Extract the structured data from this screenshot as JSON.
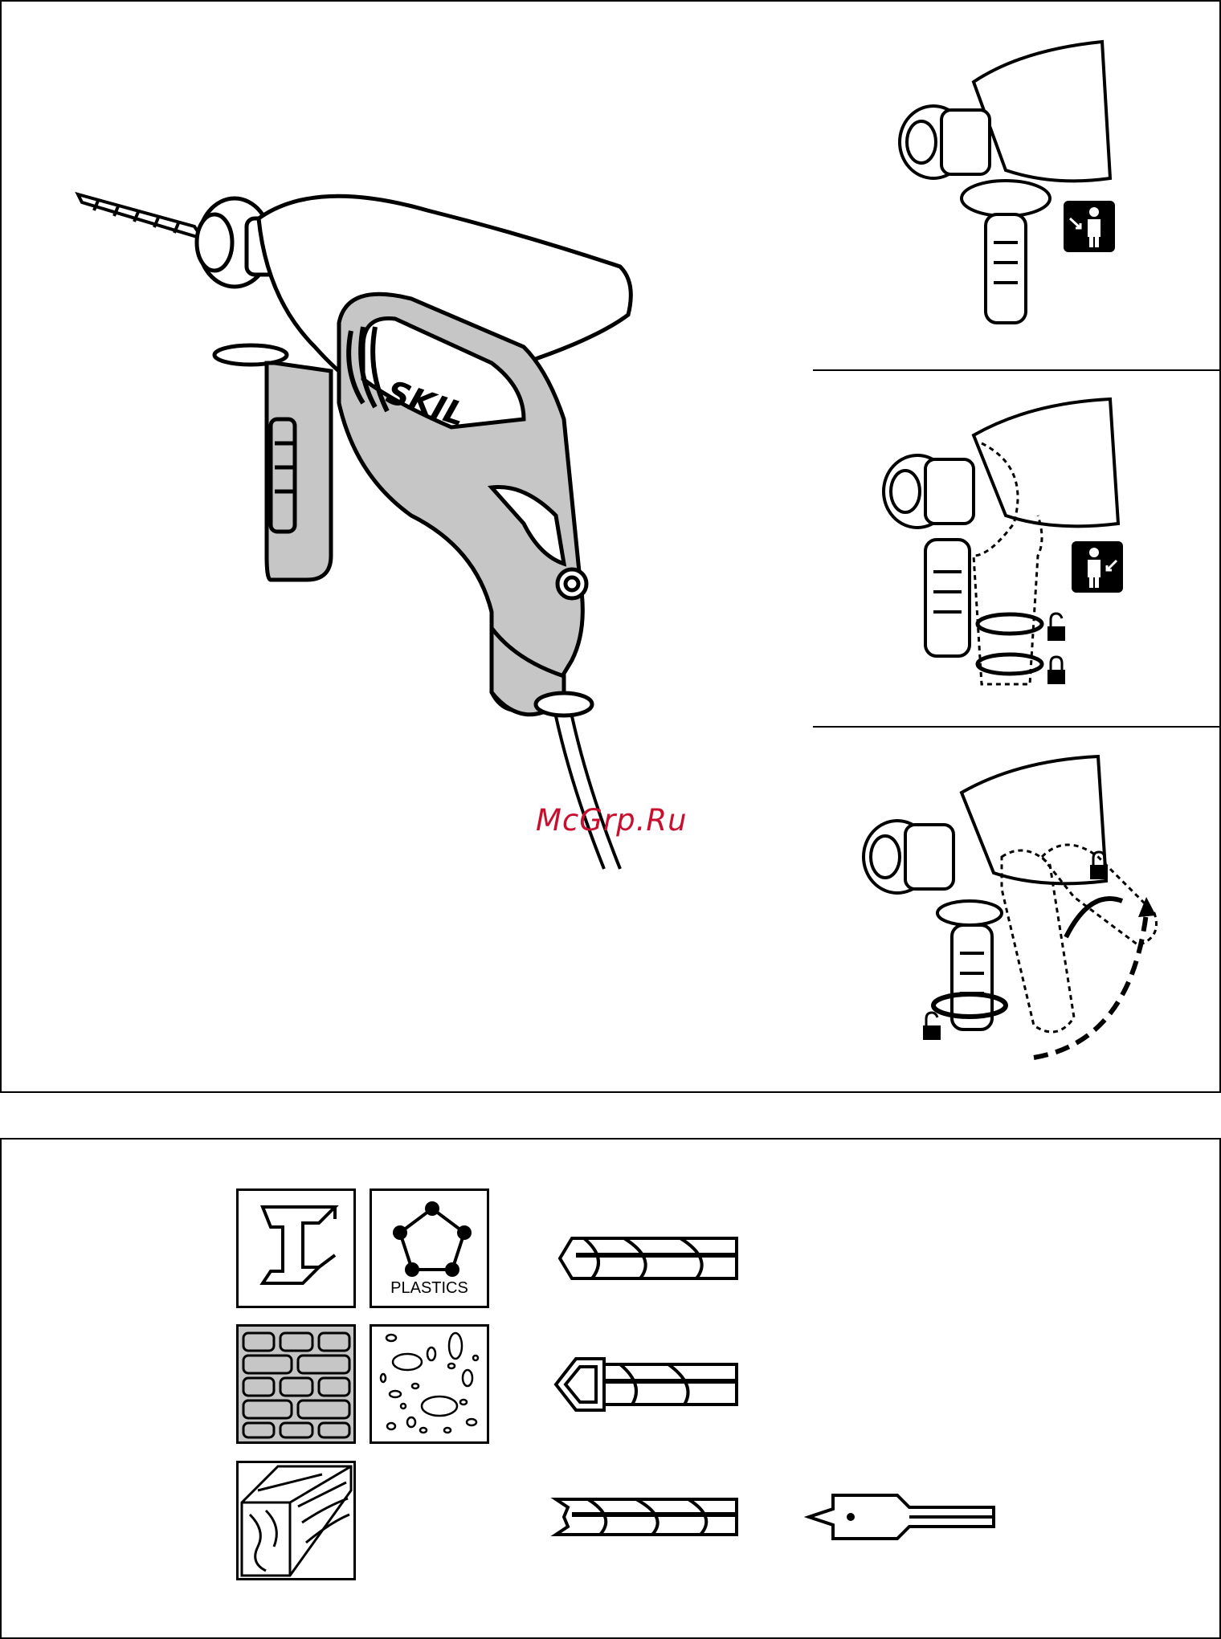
{
  "brand": {
    "logo_text": "SKIL"
  },
  "watermark": {
    "text": "McGrp.Ru"
  },
  "materials": {
    "plastics_label": "PLASTICS"
  },
  "icons": {
    "tiles": [
      "steel-beam-icon",
      "plastics-molecule-icon",
      "brick-wall-icon",
      "stone-aggregate-icon",
      "wood-block-icon"
    ],
    "bits": [
      "metal-drill-bit-icon",
      "masonry-drill-bit-icon",
      "wood-drill-bit-icon",
      "spade-bit-icon"
    ],
    "figures": [
      "drill-overview-illustration",
      "handle-attach-illustration",
      "handle-loosen-illustration",
      "handle-rotate-illustration"
    ]
  },
  "colors": {
    "ink": "#000000",
    "body_gray": "#c6c6c6",
    "watermark": "#c8102e"
  }
}
